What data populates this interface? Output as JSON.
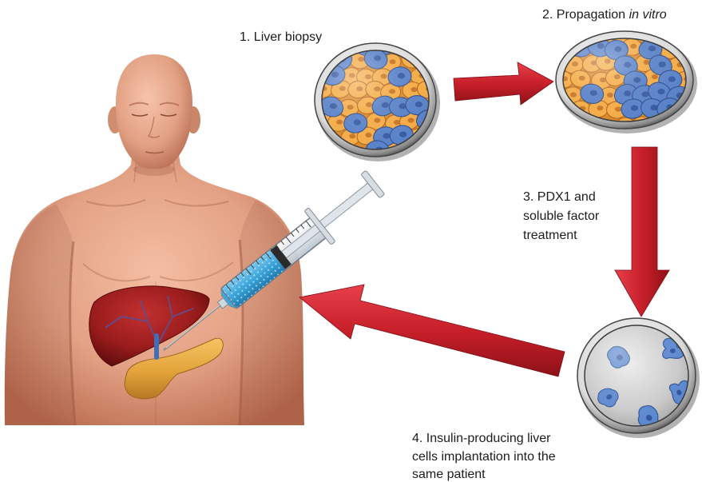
{
  "labels": {
    "step1": "1. Liver biopsy",
    "step2": {
      "prefix": "2. Propagation",
      "italic": "in vitro"
    },
    "step3": [
      "3. PDX1 and",
      "soluble factor",
      "treatment"
    ],
    "step4": [
      "4. Insulin-producing liver",
      "cells implantation into the",
      "same patient"
    ]
  },
  "colors": {
    "arrow": "#c8202a",
    "skin": "#e6a487",
    "liver": "#9a1c1c",
    "pancreas": "#e3a33a",
    "orange_cell": "#f4ab45",
    "blue_cell": "#5a82c8",
    "differentiated_cell": "#5b88cf",
    "dish_medium": "#c9c9c9",
    "syringe_liquid": "#3ea6dc"
  }
}
